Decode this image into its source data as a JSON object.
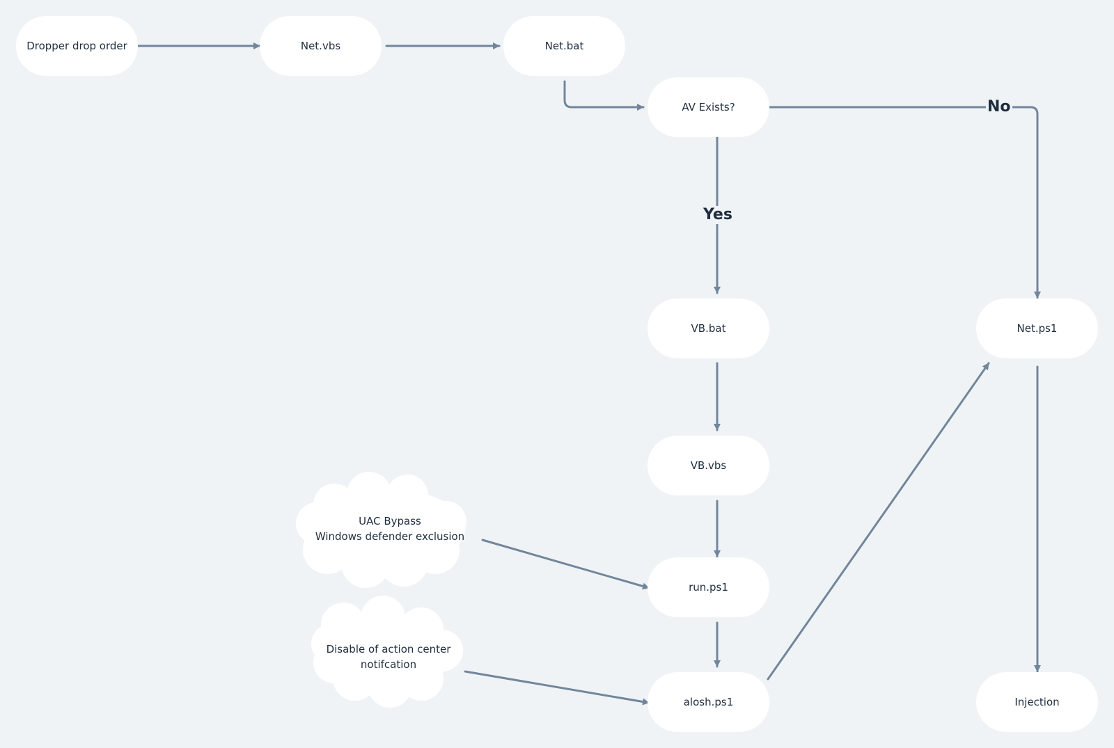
{
  "nodes": {
    "dropper": "Dropper drop order",
    "net_vbs": "Net.vbs",
    "net_bat": "Net.bat",
    "av_exists": "AV Exists?",
    "vb_bat": "VB.bat",
    "vb_vbs": "VB.vbs",
    "run_ps1": "run.ps1",
    "alosh_ps1": "alosh.ps1",
    "net_ps1": "Net.ps1",
    "injection": "Injection"
  },
  "clouds": {
    "uac": [
      "UAC Bypass",
      "Windows defender exclusion"
    ],
    "notification": [
      "Disable of action center",
      "notifcation"
    ]
  },
  "labels": {
    "yes": "Yes",
    "no": "No"
  },
  "colors": {
    "background": "#f0f3f6",
    "node_fill": "#ffffff",
    "edge": "#71869a",
    "text": "#1f2d3d"
  }
}
